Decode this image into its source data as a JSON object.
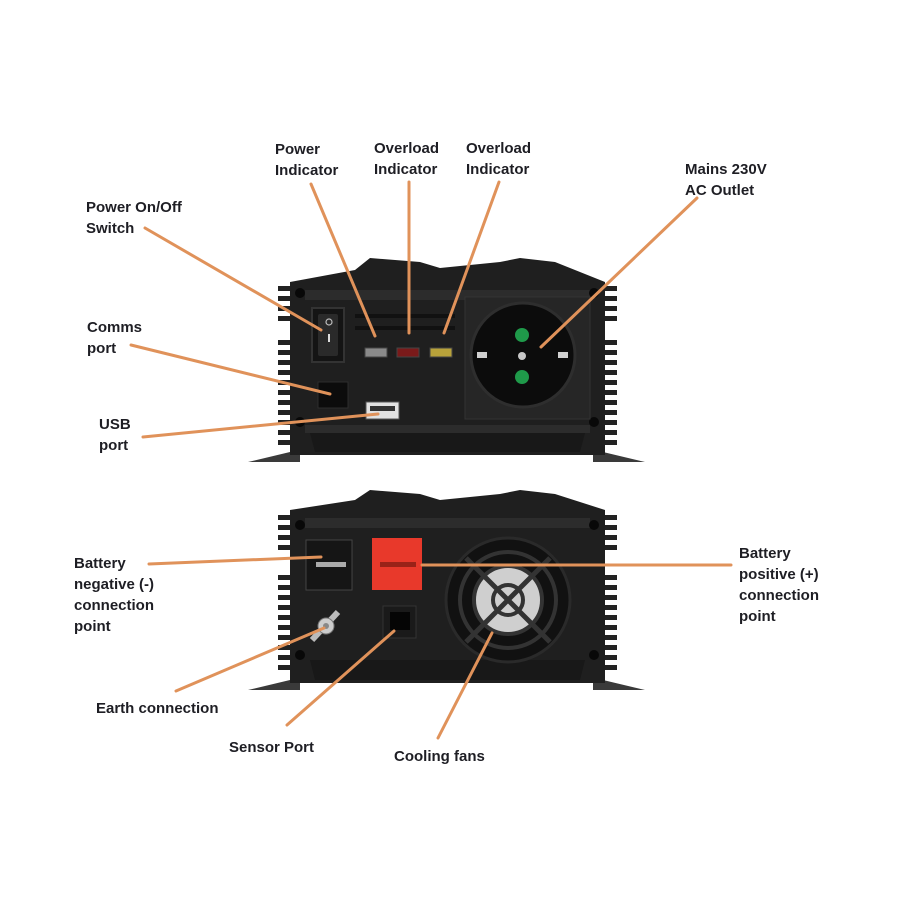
{
  "colors": {
    "leader_line": "#e0925a",
    "label_text": "#1e1e24",
    "housing": "#1f1f1f",
    "housing_light": "#2c2c2c",
    "positive_terminal": "#e8392b",
    "socket_green": "#1f9a4a",
    "led_power": "#8a8a8a",
    "led_overload_red": "#7a1a1a",
    "led_overload_yellow": "#b8a23a"
  },
  "front_panel": {
    "labels": {
      "power_switch": "Power On/Off\nSwitch",
      "power_indicator": "Power\nIndicator",
      "overload_indicator_1": "Overload\nIndicator",
      "overload_indicator_2": "Overload\nIndicator",
      "ac_outlet": "Mains 230V\nAC Outlet",
      "comms_port": "Comms\nport",
      "usb_port": "USB\nport"
    },
    "switch_marks": {
      "off": "O",
      "on": "I"
    }
  },
  "rear_panel": {
    "labels": {
      "battery_negative": "Battery\nnegative (-)\nconnection\npoint",
      "battery_positive": "Battery\npositive (+)\nconnection\npoint",
      "earth_connection": "Earth connection",
      "sensor_port": "Sensor Port",
      "cooling_fans": "Cooling fans"
    }
  }
}
